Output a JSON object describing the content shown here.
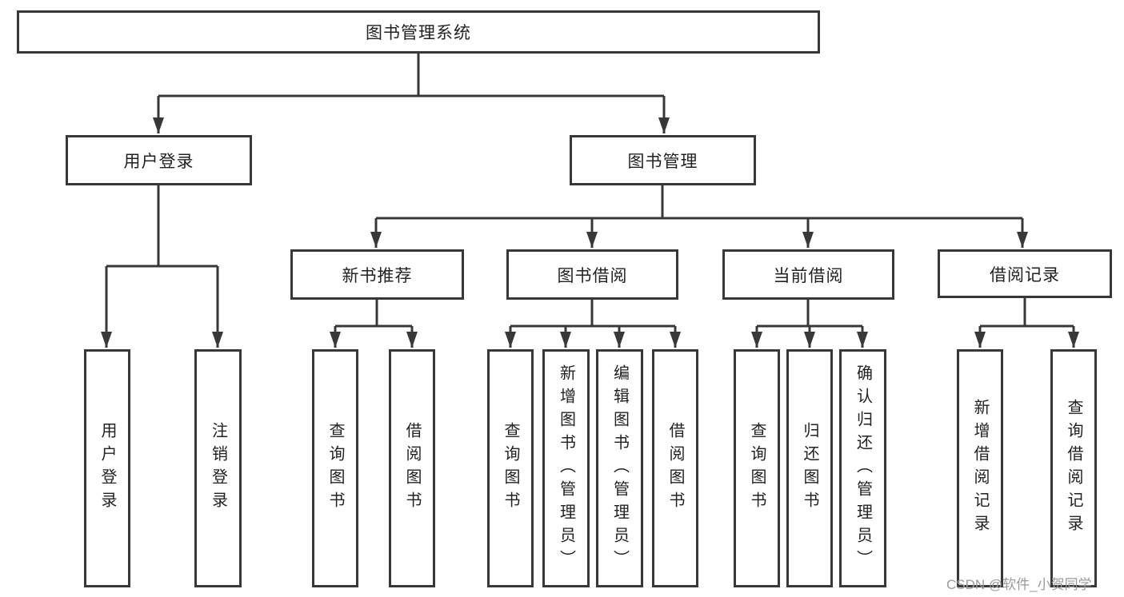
{
  "tree": {
    "label": "图书管理系统",
    "children": [
      {
        "label": "用户登录",
        "children": [
          {
            "label": "用户登录"
          },
          {
            "label": "注销登录"
          }
        ]
      },
      {
        "label": "图书管理",
        "children": [
          {
            "label": "新书推荐",
            "children": [
              {
                "label": "查询图书"
              },
              {
                "label": "借阅图书"
              }
            ]
          },
          {
            "label": "图书借阅",
            "children": [
              {
                "label": "查询图书"
              },
              {
                "label": "新增图书（管理员）"
              },
              {
                "label": "编辑图书（管理员）"
              },
              {
                "label": "借阅图书"
              }
            ]
          },
          {
            "label": "当前借阅",
            "children": [
              {
                "label": "查询图书"
              },
              {
                "label": "归还图书"
              },
              {
                "label": "确认归还（管理员）"
              }
            ]
          },
          {
            "label": "借阅记录",
            "children": [
              {
                "label": "新增借阅记录"
              },
              {
                "label": "查询借阅记录"
              }
            ]
          }
        ]
      }
    ]
  },
  "watermark": {
    "text": "CSDN @软件_小贺同学"
  },
  "colors": {
    "line": "#383838",
    "text": "#222222",
    "box_fill": "#ffffff",
    "watermark": "#9b9b9b",
    "background": "#ffffff"
  }
}
